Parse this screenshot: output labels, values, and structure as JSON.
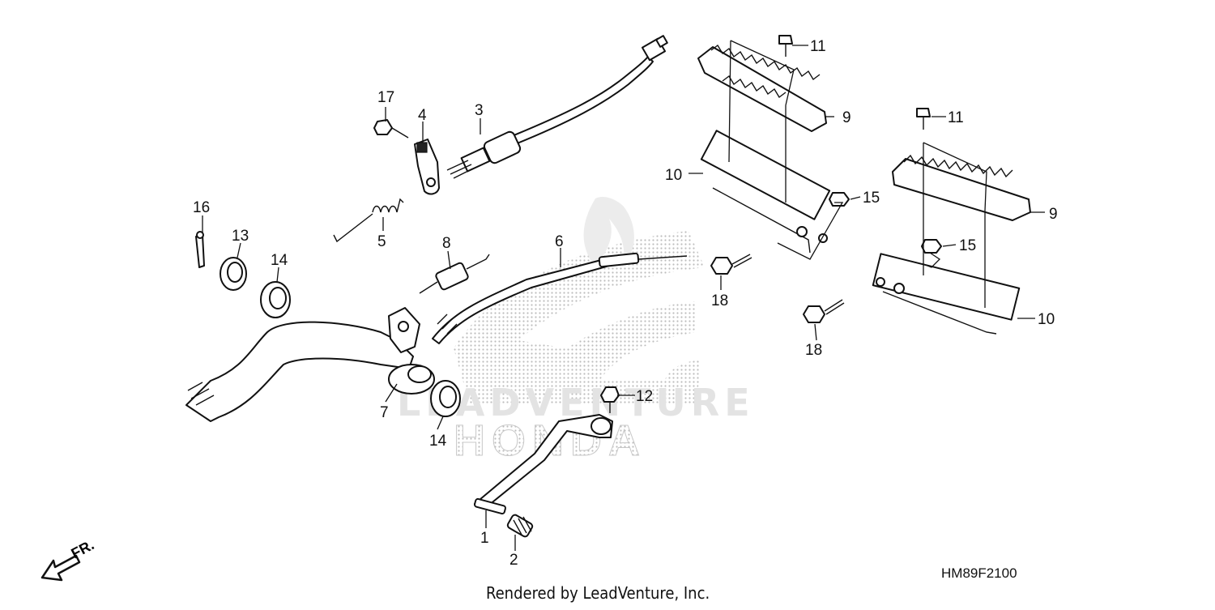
{
  "diagram": {
    "part_code": "HM89F2100",
    "footer": "Rendered by LeadVenture, Inc.",
    "direction_label": "FR.",
    "watermark": {
      "lead": "LEADVENTURE",
      "brand": "HONDA"
    },
    "callouts": {
      "c1": "1",
      "c2": "2",
      "c3": "3",
      "c4": "4",
      "c5": "5",
      "c6": "6",
      "c7": "7",
      "c8": "8",
      "c9a": "9",
      "c9b": "9",
      "c10a": "10",
      "c10b": "10",
      "c11a": "11",
      "c11b": "11",
      "c12": "12",
      "c13": "13",
      "c14a": "14",
      "c14b": "14",
      "c15a": "15",
      "c15b": "15",
      "c16": "16",
      "c17": "17",
      "c18a": "18",
      "c18b": "18"
    }
  }
}
